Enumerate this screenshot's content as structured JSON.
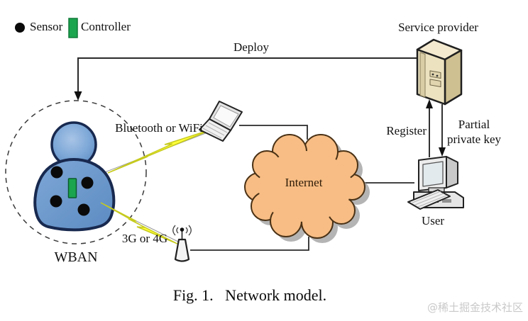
{
  "figure": {
    "caption": "Fig. 1.   Network model.",
    "watermark": "@稀土掘金技术社区"
  },
  "legend": {
    "sensor": "Sensor",
    "controller": "Controller"
  },
  "nodes": {
    "service_provider": "Service provider",
    "wban": "WBAN",
    "internet": "Internet",
    "user": "User"
  },
  "links": {
    "deploy": "Deploy",
    "bluetooth_or_wifi": "Bluetooth or WiFi",
    "cellular": "3G or 4G",
    "register": "Register",
    "partial_private_key": "Partial private key"
  },
  "colors": {
    "body_blue": "#6b97cc",
    "head_blue": "#7fa9d8",
    "outline_navy": "#18294f",
    "cloud_orange": "#f7bd84",
    "cloud_outline": "#4a3115",
    "controller_green": "#1ba54e",
    "lightning_yellow": "#ffff3a",
    "server_tan": "#ece2c0",
    "line_dark": "#2a2a2a"
  }
}
